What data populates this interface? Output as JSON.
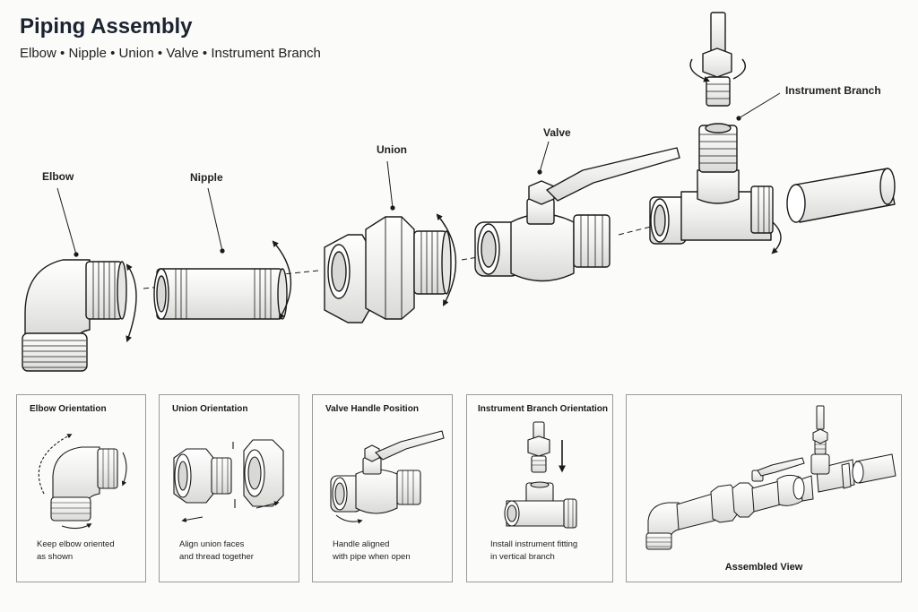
{
  "header": {
    "title": "Piping Assembly",
    "subtitle": "Elbow • Nipple • Union • Valve • Instrument Branch"
  },
  "callouts": {
    "elbow": "Elbow",
    "nipple": "Nipple",
    "union": "Union",
    "valve": "Valve",
    "instrument_branch": "Instrument Branch"
  },
  "panels": {
    "elbow": {
      "title": "Elbow Orientation",
      "caption_line1": "Keep elbow oriented",
      "caption_line2": "as shown"
    },
    "union": {
      "title": "Union Orientation",
      "caption_line1": "Align union faces",
      "caption_line2": "and thread together"
    },
    "valve": {
      "title": "Valve Handle Position",
      "caption_line1": "Handle aligned",
      "caption_line2": "with pipe when open"
    },
    "instrument": {
      "title": "Instrument Branch Orientation",
      "caption_line1": "Install instrument fitting",
      "caption_line2": "in vertical branch"
    },
    "assembled": {
      "label": "Assembled View"
    }
  },
  "colors": {
    "line": "#1a1a1a",
    "metal": "#f1f1f0",
    "shade": "#d6d6d4",
    "background": "#fbfbfa"
  }
}
